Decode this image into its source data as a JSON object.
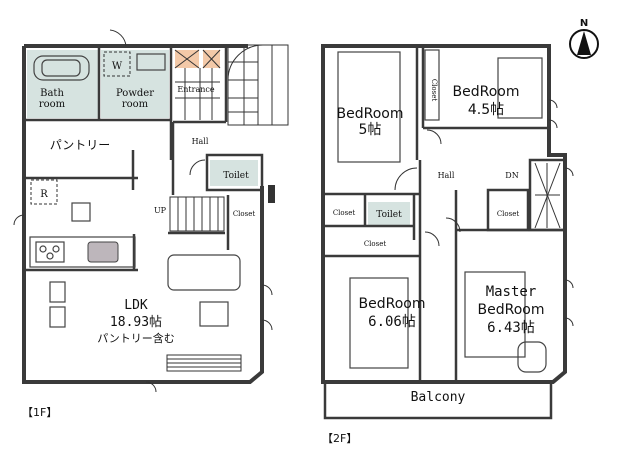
{
  "compass": {
    "label": "N",
    "icon": "north-arrow-icon"
  },
  "floor1": {
    "label": "【1F】",
    "rooms": {
      "bath": {
        "line1": "Bath",
        "line2": "room"
      },
      "powder": {
        "line1": "Powder",
        "line2": "room"
      },
      "washer": "W",
      "entrance": "Entrance",
      "hall": "Hall",
      "pantry": "パントリー",
      "toilet": "Toilet",
      "closet": "Closet",
      "up": "UP",
      "fridge": "R",
      "ldk": {
        "name": "LDK",
        "size": "18.93帖",
        "note": "パントリー含む"
      }
    }
  },
  "floor2": {
    "label": "【2F】",
    "rooms": {
      "bedroom5": {
        "name": "BedRoom",
        "size": "5帖"
      },
      "bedroom45": {
        "name": "BedRoom",
        "size": "4.5帖"
      },
      "closet_a": "Closet",
      "closet_b": "Closet",
      "closet_c": "Closet",
      "closet_d": "Closet",
      "hall": "Hall",
      "dn": "DN",
      "toilet": "Toilet",
      "bedroom606": {
        "name": "BedRoom",
        "size": "6.06帖"
      },
      "master": {
        "line1": "Master",
        "line2": "BedRoom",
        "size": "6.43帖"
      },
      "balcony": "Balcony"
    }
  },
  "colors": {
    "wall": "#3a3a3a",
    "wet_area": "#d6e3e0",
    "entrance_tile": "#f3c9a8"
  }
}
